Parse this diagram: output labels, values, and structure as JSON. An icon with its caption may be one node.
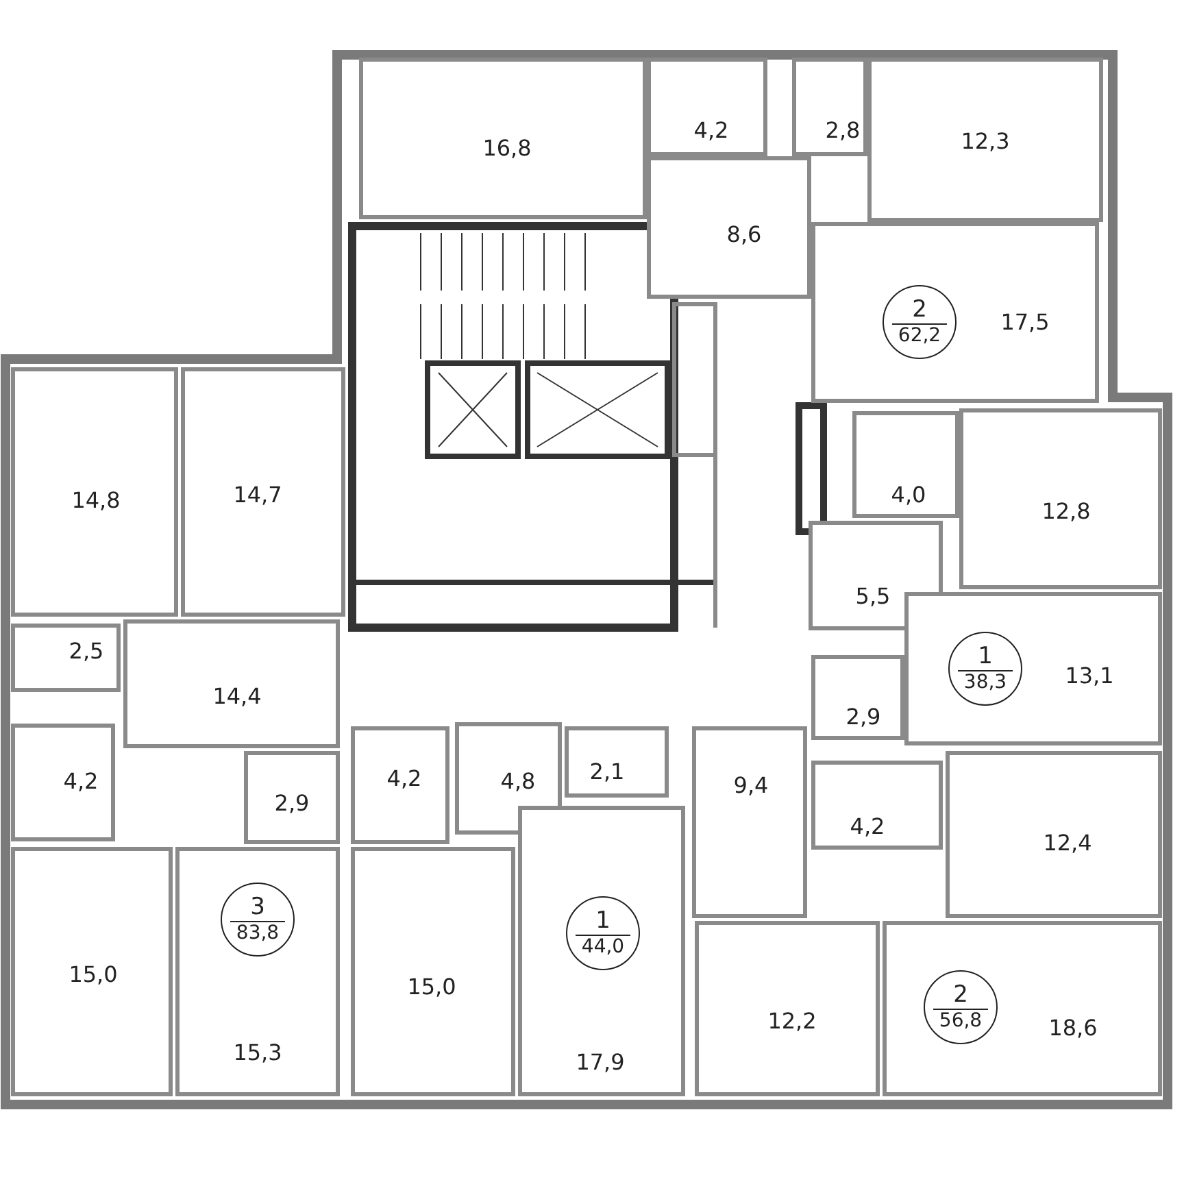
{
  "diagram": {
    "nodes": [
      {
        "text": [
          "16,8"
        ]
      },
      {
        "text": [
          "4,2"
        ]
      },
      {
        "text": [
          "2,8"
        ]
      },
      {
        "text": [
          "12,3"
        ]
      },
      {
        "text": [
          "8,6"
        ]
      },
      {
        "text": [
          "17,5"
        ]
      },
      {
        "text": [
          "2",
          "62,2"
        ],
        "in": 5
      },
      {
        "text": [
          "14,8"
        ]
      },
      {
        "text": [
          "14,7"
        ]
      },
      {
        "text": [
          "4,0"
        ]
      },
      {
        "text": [
          "12,8"
        ]
      },
      {
        "text": [
          "5,5"
        ]
      },
      {
        "text": [
          "2,5"
        ]
      },
      {
        "text": [
          "14,4"
        ]
      },
      {
        "text": [
          "2,9"
        ]
      },
      {
        "text": [
          "13,1"
        ]
      },
      {
        "text": [
          "1",
          "38,3"
        ],
        "in": 15
      },
      {
        "text": [
          "4,2"
        ]
      },
      {
        "text": [
          "2,9"
        ]
      },
      {
        "text": [
          "4,2"
        ]
      },
      {
        "text": [
          "4,8"
        ]
      },
      {
        "text": [
          "2,1"
        ]
      },
      {
        "text": [
          "9,4"
        ]
      },
      {
        "text": [
          "4,2"
        ]
      },
      {
        "text": [
          "12,4"
        ]
      },
      {
        "text": [
          "15,0"
        ]
      },
      {
        "text": [
          "15,3"
        ]
      },
      {
        "text": [
          "3",
          "83,8"
        ],
        "in": 26
      },
      {
        "text": [
          "15,0"
        ]
      },
      {
        "text": [
          "17,9"
        ]
      },
      {
        "text": [
          "1",
          "44,0"
        ],
        "in": 29
      },
      {
        "text": [
          "12,2"
        ]
      },
      {
        "text": [
          "18,6"
        ]
      },
      {
        "text": [
          "2",
          "56,8"
        ],
        "in": 32
      }
    ]
  }
}
